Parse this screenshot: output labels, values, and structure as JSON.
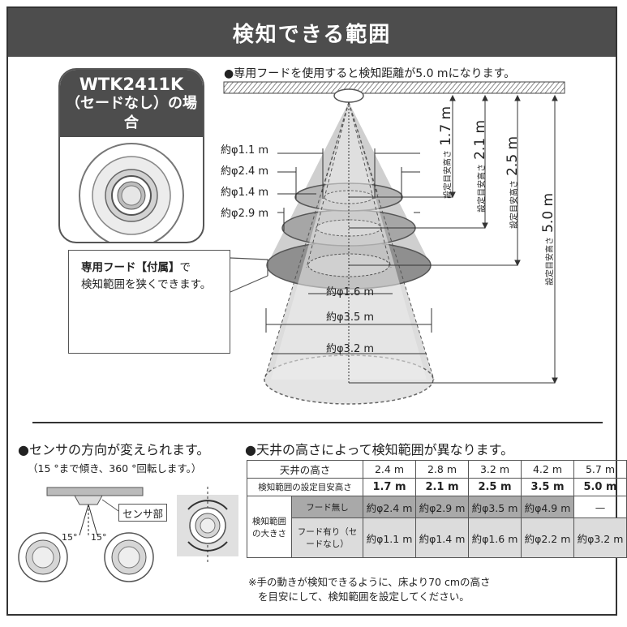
{
  "title": "検知できる範囲",
  "badge": {
    "model": "WTK2411K",
    "subtitle": "（セードなし）の場合"
  },
  "top_note": "●専用フードを使用すると検知距離が5.0 mになります。",
  "hood_note": {
    "line1_bold": "専用フード【付属】",
    "line1_rest": "で",
    "line2": "検知範囲を狭くできます。"
  },
  "diameters_left": [
    "約φ1.1 m",
    "約φ2.4 m",
    "約φ1.4 m",
    "約φ2.9 m"
  ],
  "diameters_center": [
    "約φ1.6 m",
    "約φ3.5 m",
    "約φ3.2 m"
  ],
  "heights": [
    {
      "prefix": "設定目安高さ",
      "value": "1.7 m"
    },
    {
      "prefix": "設定目安高さ",
      "value": "2.1 m"
    },
    {
      "prefix": "設定目安高さ",
      "value": "2.5 m"
    },
    {
      "prefix": "設定目安高さ",
      "value": "5.0 m"
    }
  ],
  "tilt": {
    "title": "●センサの方向が変えられます。",
    "subtitle": "（15 °まで傾き、360 °回転します。）",
    "sensor_label": "センサ部",
    "angle_left": "15°",
    "angle_right": "15°"
  },
  "table": {
    "title": "●天井の高さによって検知範囲が異なります。",
    "row_ceiling_label": "天井の高さ",
    "ceiling_heights": [
      "2.4 m",
      "2.8 m",
      "3.2 m",
      "4.2 m",
      "5.7 m"
    ],
    "row_setting_label": "検知範囲の設定目安高さ",
    "setting_heights": [
      "1.7 m",
      "2.1 m",
      "2.5 m",
      "3.5 m",
      "5.0 m"
    ],
    "size_label": "検知範囲の大きさ",
    "no_hood_label": "フード無し",
    "no_hood_values": [
      "約φ2.4 m",
      "約φ2.9 m",
      "約φ3.5 m",
      "約φ4.9 m",
      "—"
    ],
    "with_hood_label": "フード有り（セードなし）",
    "with_hood_values": [
      "約φ1.1 m",
      "約φ1.4 m",
      "約φ1.6 m",
      "約φ2.2 m",
      "約φ3.2 m"
    ]
  },
  "footnote": {
    "line1": "※手の動きが検知できるように、床より70 cmの高さ",
    "line2": "を目安にして、検知範囲を設定してください。"
  },
  "colors": {
    "header_bg": "#4d4d4d",
    "cone_light": "#d6d6d6",
    "cone_mid": "#a9a9a9",
    "ellipse_dark": "#8c8c8c"
  }
}
